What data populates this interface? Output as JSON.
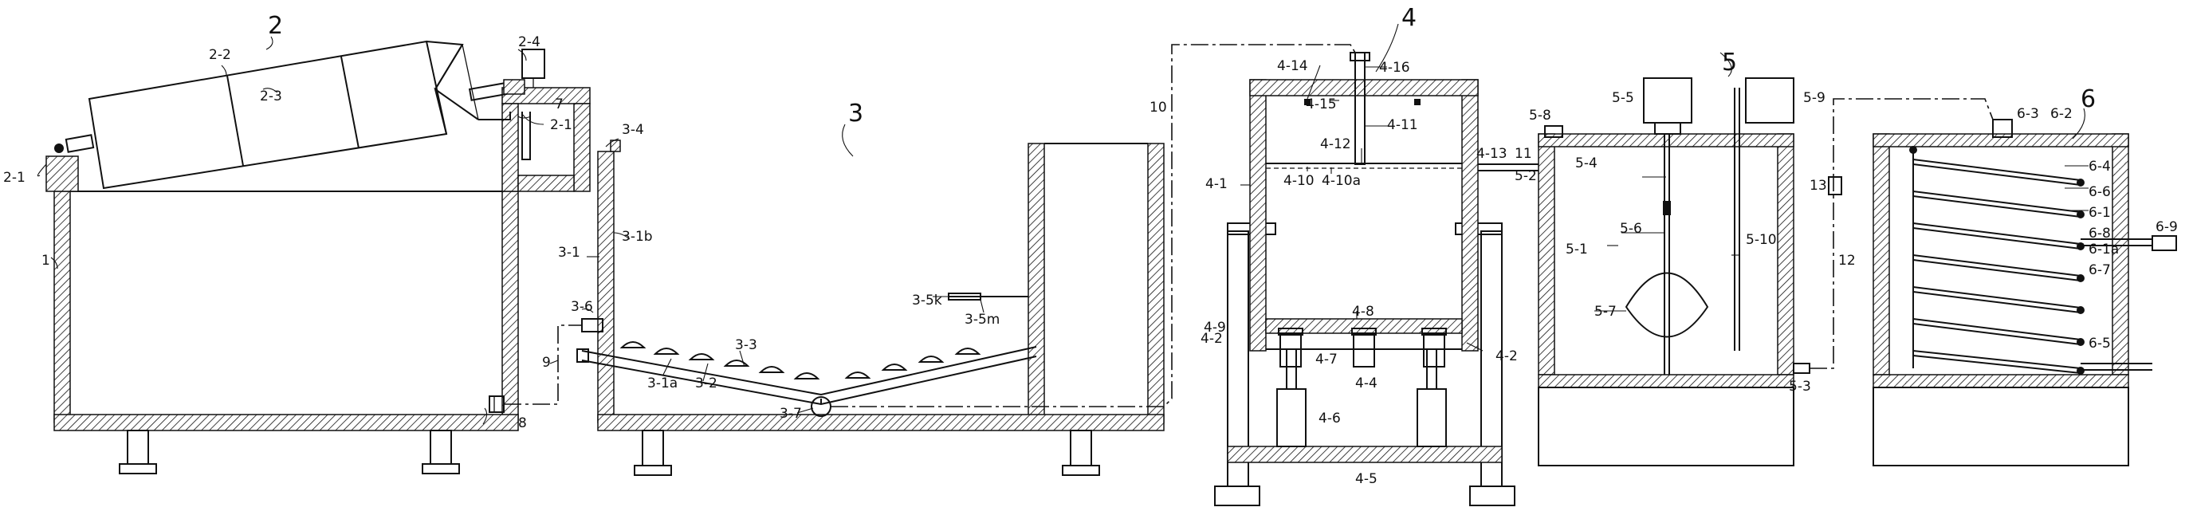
{
  "callouts": {
    "u1": "1",
    "u2": "2",
    "u2_1": "2-1",
    "u2_1b": "2-1",
    "u2_2": "2-2",
    "u2_3": "2-3",
    "u2_4": "2-4",
    "u3": "3",
    "u3_1": "3-1",
    "u3_1a": "3-1a",
    "u3_1b": "3-1b",
    "u3_2": "3-2",
    "u3_3": "3-3",
    "u3_4": "3-4",
    "u3_5k": "3-5k",
    "u3_5m": "3-5m",
    "u3_6": "3-6",
    "u3_7": "3-7",
    "u4": "4",
    "u4_1": "4-1",
    "u4_2a": "4-2",
    "u4_2b": "4-2",
    "u4_4": "4-4",
    "u4_5": "4-5",
    "u4_6": "4-6",
    "u4_7": "4-7",
    "u4_8": "4-8",
    "u4_9": "4-9",
    "u4_10": "4-10",
    "u4_10a": "4-10a",
    "u4_11": "4-11",
    "u4_12": "4-12",
    "u4_13": "4-13",
    "u4_14": "4-14",
    "u4_15": "4-15",
    "u4_16": "4-16",
    "u5": "5",
    "u5_1": "5-1",
    "u5_2": "5-2",
    "u5_3": "5-3",
    "u5_4": "5-4",
    "u5_5": "5-5",
    "u5_6": "5-6",
    "u5_7": "5-7",
    "u5_8": "5-8",
    "u5_9": "5-9",
    "u5_10": "5-10",
    "u6": "6",
    "u6_1": "6-1",
    "u6_1a": "6-1a",
    "u6_2": "6-2",
    "u6_3": "6-3",
    "u6_4": "6-4",
    "u6_5": "6-5",
    "u6_6": "6-6",
    "u6_7": "6-7",
    "u6_8": "6-8",
    "u6_9": "6-9",
    "u7": "7",
    "u8": "8",
    "u9": "9",
    "u10": "10",
    "u11": "11",
    "u12": "12",
    "u13": "13"
  }
}
